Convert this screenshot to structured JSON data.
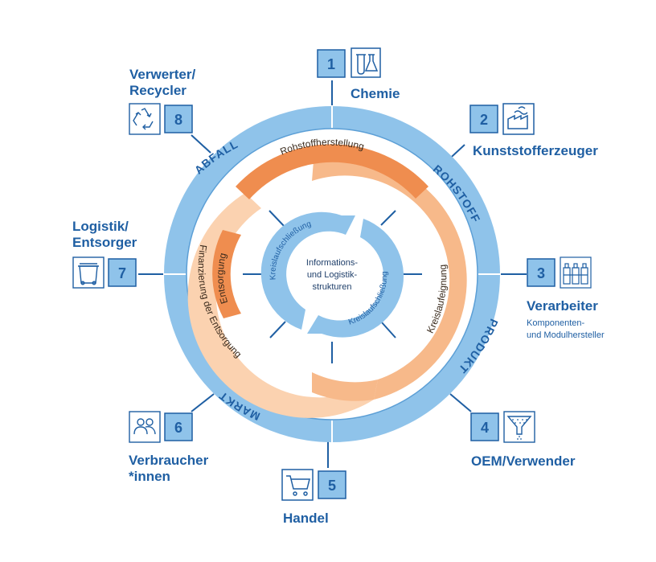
{
  "center": {
    "line1": "Informations-",
    "line2": "und Logistik-",
    "line3": "strukturen"
  },
  "inner_ring": {
    "arrow_top_label": "Kreislaufschließung",
    "arrow_bottom_label": "Kreislaufschließung"
  },
  "process_arcs": {
    "raw_material": "Rohstoffherstellung",
    "cycle_suitability": "Kreislaufeignung",
    "disposal_financing": "Finanzierung der Entsorgung",
    "disposal": "Entsorgung"
  },
  "outer_ring": {
    "rohstoff": "ROHSTOFF",
    "produkt": "PRODUKT",
    "markt": "MARKT",
    "abfall": "ABFALL"
  },
  "actors": [
    {
      "number": "1",
      "label": "Chemie",
      "icon": "flask-icon"
    },
    {
      "number": "2",
      "label": "Kunststofferzeuger",
      "icon": "factory-icon"
    },
    {
      "number": "3",
      "label": "Verarbeiter",
      "sublabel_line1": "Komponenten-",
      "sublabel_line2": "und Modulhersteller",
      "icon": "bottles-icon"
    },
    {
      "number": "4",
      "label": "OEM/Verwender",
      "icon": "funnel-icon"
    },
    {
      "number": "5",
      "label": "Handel",
      "icon": "shopping-cart-icon"
    },
    {
      "number": "6",
      "label_line1": "Verbraucher",
      "label_line2": "*innen",
      "icon": "people-icon"
    },
    {
      "number": "7",
      "label_line1": "Logistik/",
      "label_line2": "Entsorger",
      "icon": "waste-bin-icon"
    },
    {
      "number": "8",
      "label_line1": "Verwerter/",
      "label_line2": "Recycler",
      "icon": "recycle-icon"
    }
  ],
  "colors": {
    "outer_ring": "#8fc3ea",
    "dark_blue": "#1f5fa3",
    "number_box": "#8fc3ea",
    "orange_dark": "#ef8d4f",
    "orange_light": "#f7b98a",
    "orange_pale": "#fbd2b0"
  }
}
